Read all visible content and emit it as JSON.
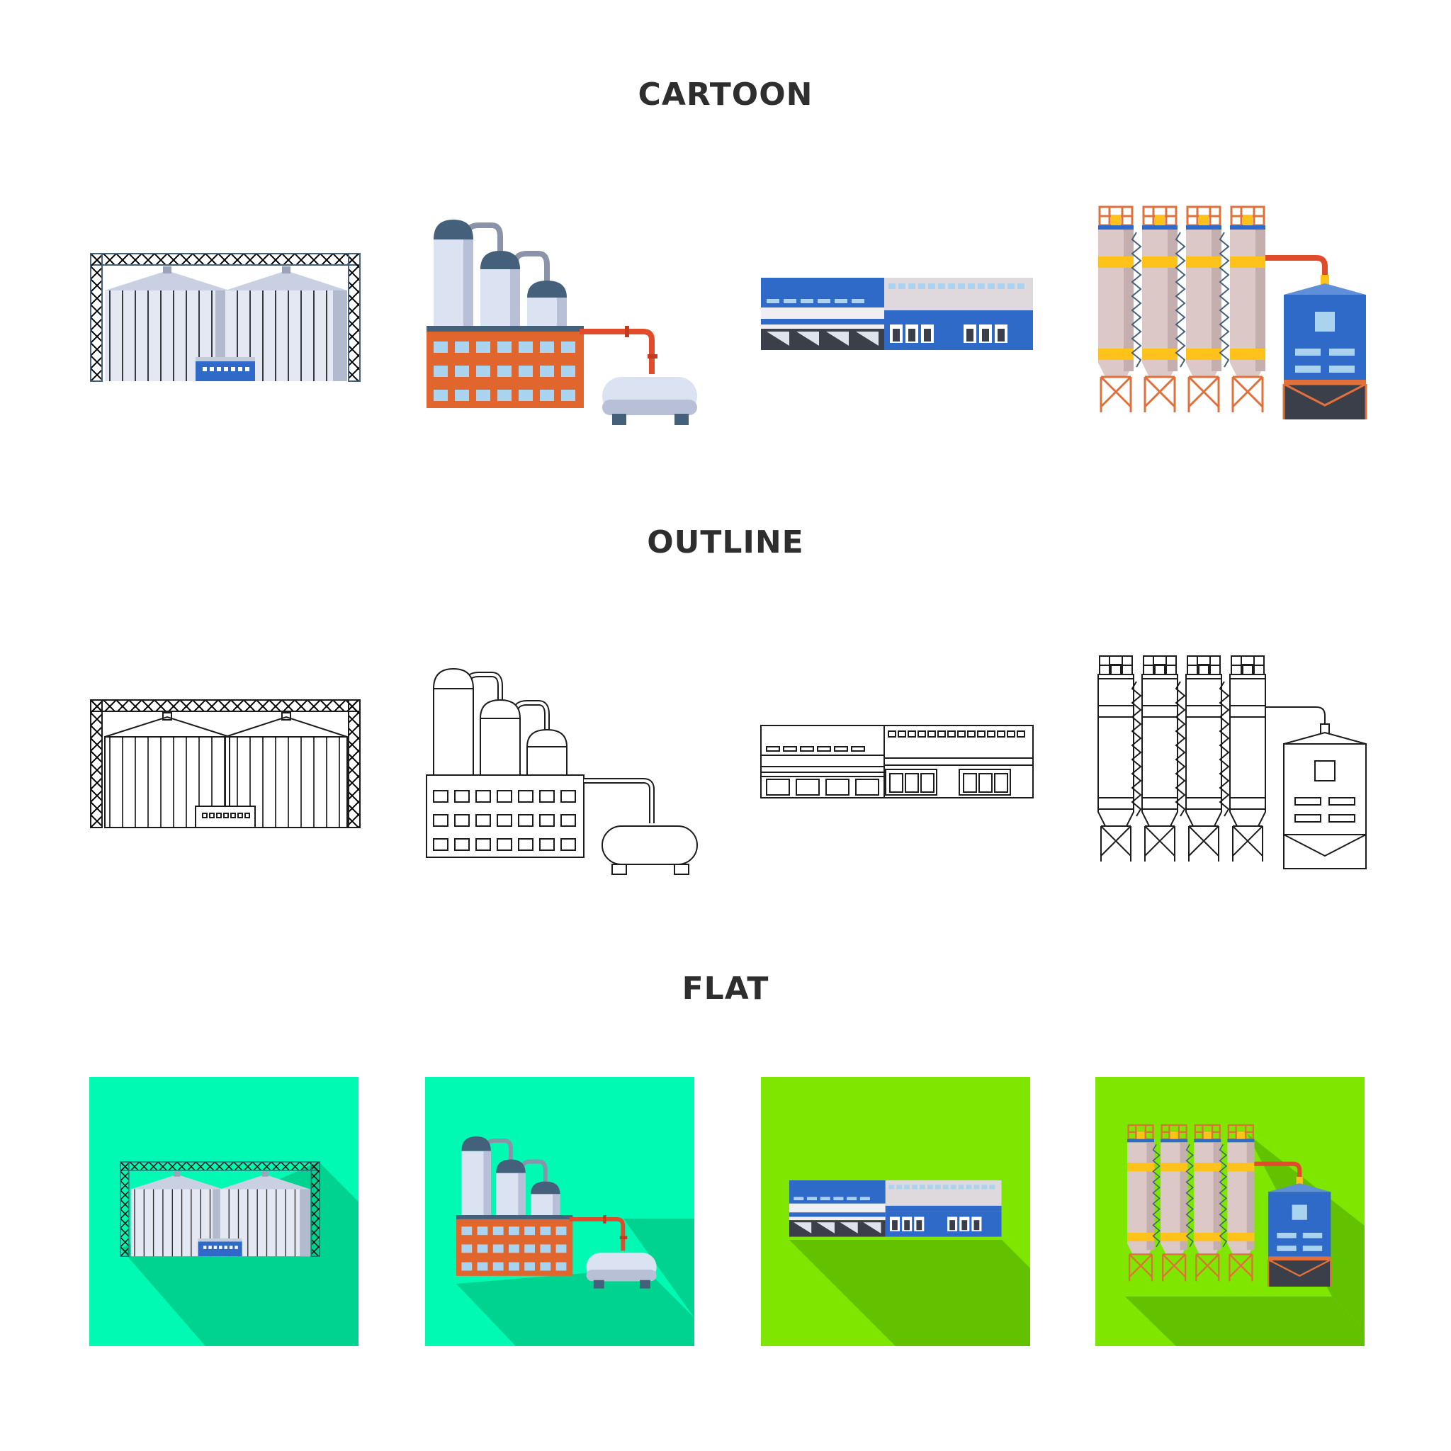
{
  "sections": {
    "cartoon": "CARTOON",
    "outline": "OUTLINE",
    "flat": "FLAT"
  },
  "icons": [
    "grain-silo-icon",
    "refinery-factory-icon",
    "warehouse-icon",
    "concrete-plant-icon"
  ],
  "colors": {
    "metal_light": "#dde3f0",
    "metal_shade": "#b4bccf",
    "truss": "#44607a",
    "brick": "#e0662e",
    "window": "#a9d3ee",
    "blue": "#2f6ac9",
    "pipe_red": "#e04b2c",
    "yellow": "#ffc21a",
    "orange": "#e2703a",
    "teal_bg": "#00fab4",
    "teal_shadow": "#00d28f",
    "green_bg": "#7fe600",
    "green_shadow": "#62c200",
    "outline": "#1c1c1c"
  }
}
